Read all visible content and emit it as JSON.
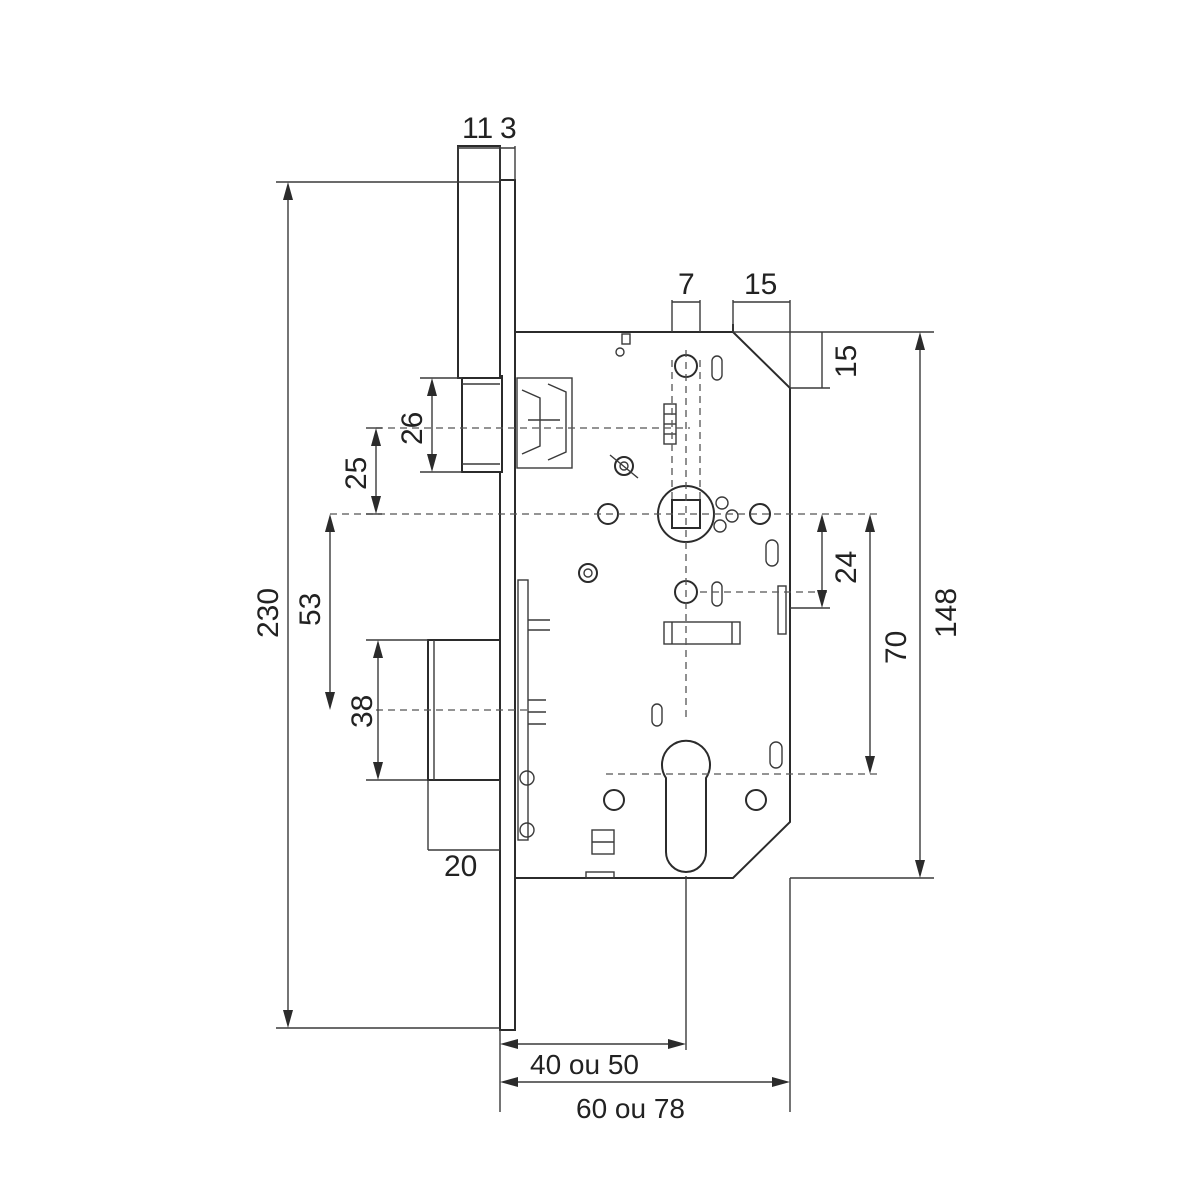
{
  "dimensions": {
    "faceplate_thickness": "11",
    "faceplate_edge": "3",
    "follower_square": "7",
    "corner_chamfer_width": "15",
    "corner_chamfer_height": "15",
    "latch_height": "26",
    "latch_to_follower": "25",
    "follower_to_deadbolt": "53",
    "deadbolt_height": "38",
    "deadbolt_projection": "20",
    "follower_to_aux": "24",
    "follower_to_cylinder": "70",
    "case_height": "148",
    "faceplate_height": "230",
    "backset": "40 ou 50",
    "case_depth": "60 ou 78"
  }
}
